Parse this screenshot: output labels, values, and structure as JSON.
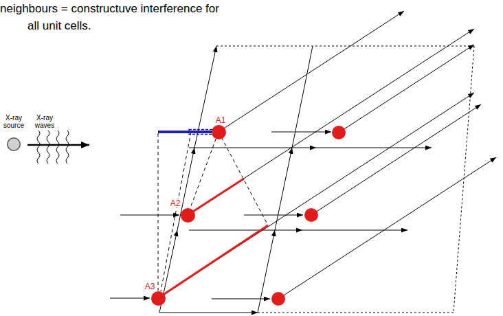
{
  "diagram": {
    "nodes": [
      {
        "text": [
          "X-ray source"
        ]
      },
      {
        "text": [
          "A1"
        ]
      },
      {
        "text": [
          "A2"
        ]
      },
      {
        "text": [
          "A3"
        ]
      }
    ],
    "edges": [
      {
        "from": 1,
        "to": 2,
        "arrow": "none"
      }
    ],
    "labels": [
      "neighbours = constructuve interference for all unit cells.",
      "X-ray waves"
    ]
  }
}
